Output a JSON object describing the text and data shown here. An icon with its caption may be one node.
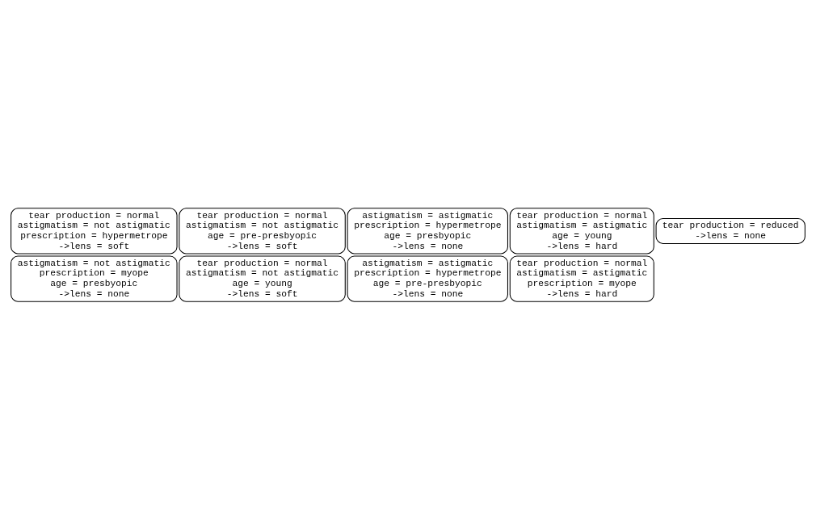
{
  "diagram": {
    "nodes": [
      {
        "text": [
          "tear production = reduced",
          "->lens = none"
        ]
      },
      {
        "text": [
          "tear production = normal",
          "astigmatism = not astigmatic",
          "prescription = hypermetrope",
          "->lens = soft"
        ]
      },
      {
        "text": [
          "astigmatism = not astigmatic",
          "prescription = myope",
          "age = presbyopic",
          "->lens = none"
        ]
      },
      {
        "text": [
          "tear production = normal",
          "astigmatism = not astigmatic",
          "age = pre-presbyopic",
          "->lens = soft"
        ]
      },
      {
        "text": [
          "astigmatism = astigmatic",
          "prescription = hypermetrope",
          "age = presbyopic",
          "->lens = none"
        ]
      },
      {
        "text": [
          "tear production = normal",
          "astigmatism = not astigmatic",
          "age = young",
          "->lens = soft"
        ]
      },
      {
        "text": [
          "astigmatism = astigmatic",
          "prescription = hypermetrope",
          "age = pre-presbyopic",
          "->lens = none"
        ]
      },
      {
        "text": [
          "tear production = normal",
          "astigmatism = astigmatic",
          "age = young",
          "->lens = hard"
        ]
      },
      {
        "text": [
          "tear production = normal",
          "astigmatism = astigmatic",
          "prescription = myope",
          "->lens = hard"
        ]
      }
    ],
    "edges": []
  }
}
